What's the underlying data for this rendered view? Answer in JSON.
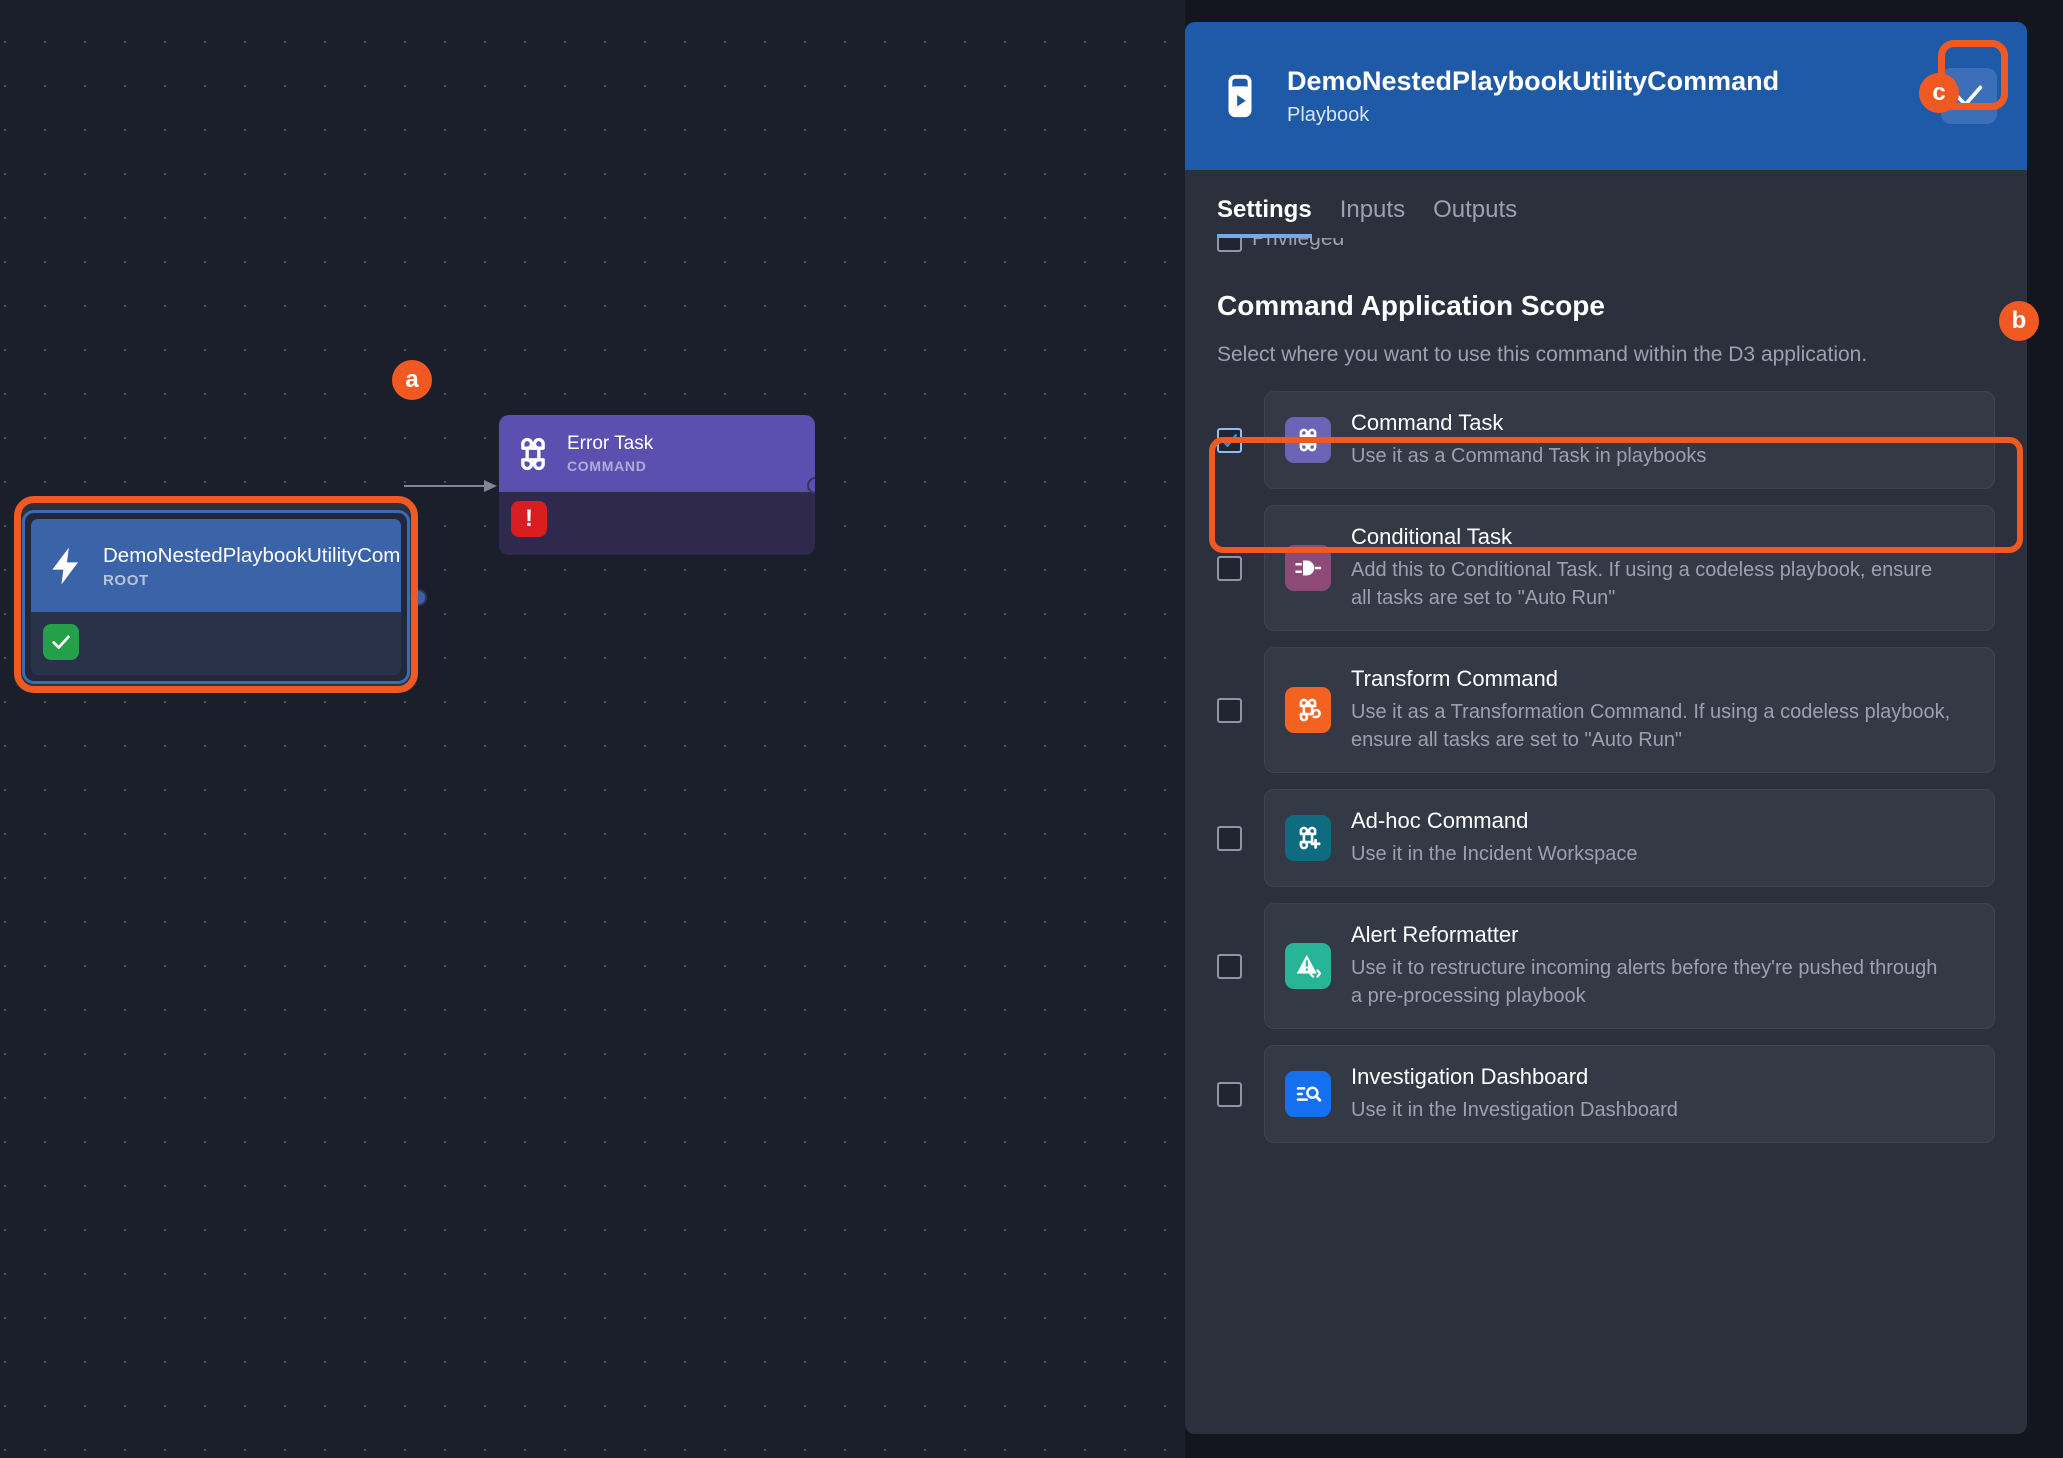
{
  "canvas": {
    "nodes": [
      {
        "id": "root",
        "title": "DemoNestedPlaybookUtilityCommand",
        "subtitle": "ROOT",
        "icon": "lightning-bolt-icon",
        "status_icon": "check-icon",
        "status_color": "#24a148",
        "header_color": "#3a63a8"
      },
      {
        "id": "error",
        "title": "Error Task",
        "subtitle": "COMMAND",
        "icon": "command-icon",
        "status_icon": "exclamation-icon",
        "status_color": "#d81e20",
        "header_color": "#5b4fb0"
      }
    ]
  },
  "annotations": [
    {
      "key": "a",
      "target": "root-node"
    },
    {
      "key": "b",
      "target": "command-task-scope-card"
    },
    {
      "key": "c",
      "target": "confirm-button"
    }
  ],
  "panel": {
    "title": "DemoNestedPlaybookUtilityCommand",
    "subtitle": "Playbook",
    "header_icon": "playbook-icon",
    "confirm_icon": "check-icon",
    "accent_color": "#1f5aa8",
    "highlight_color": "#f05a22",
    "tabs": [
      {
        "label": "Settings",
        "active": true
      },
      {
        "label": "Inputs",
        "active": false
      },
      {
        "label": "Outputs",
        "active": false
      }
    ],
    "privileged": {
      "label": "Privileged",
      "checked": false
    },
    "section": {
      "title": "Command Application Scope",
      "description": "Select where you want to use this command within the D3 application."
    },
    "scopes": [
      {
        "label": "Command Task",
        "description": "Use it as a Command Task in playbooks",
        "checked": true,
        "icon": "command-icon",
        "icon_color": "#6c63b5"
      },
      {
        "label": "Conditional Task",
        "description": "Add this to Conditional Task. If using a codeless playbook, ensure all tasks are set to \"Auto Run\"",
        "checked": false,
        "icon": "logic-gate-icon",
        "icon_color": "#8e4a77"
      },
      {
        "label": "Transform Command",
        "description": "Use it as a Transformation Command. If using a codeless playbook, ensure all tasks are set to \"Auto Run\"",
        "checked": false,
        "icon": "command-transform-icon",
        "icon_color": "#f4621f"
      },
      {
        "label": "Ad-hoc Command",
        "description": "Use it in the Incident Workspace",
        "checked": false,
        "icon": "command-plus-icon",
        "icon_color": "#0f6b80"
      },
      {
        "label": "Alert Reformatter",
        "description": "Use it to restructure incoming alerts before they're pushed through a pre-processing playbook",
        "checked": false,
        "icon": "alert-code-icon",
        "icon_color": "#27b497"
      },
      {
        "label": "Investigation Dashboard",
        "description": "Use it in the Investigation Dashboard",
        "checked": false,
        "icon": "search-list-icon",
        "icon_color": "#1570ef"
      }
    ]
  }
}
